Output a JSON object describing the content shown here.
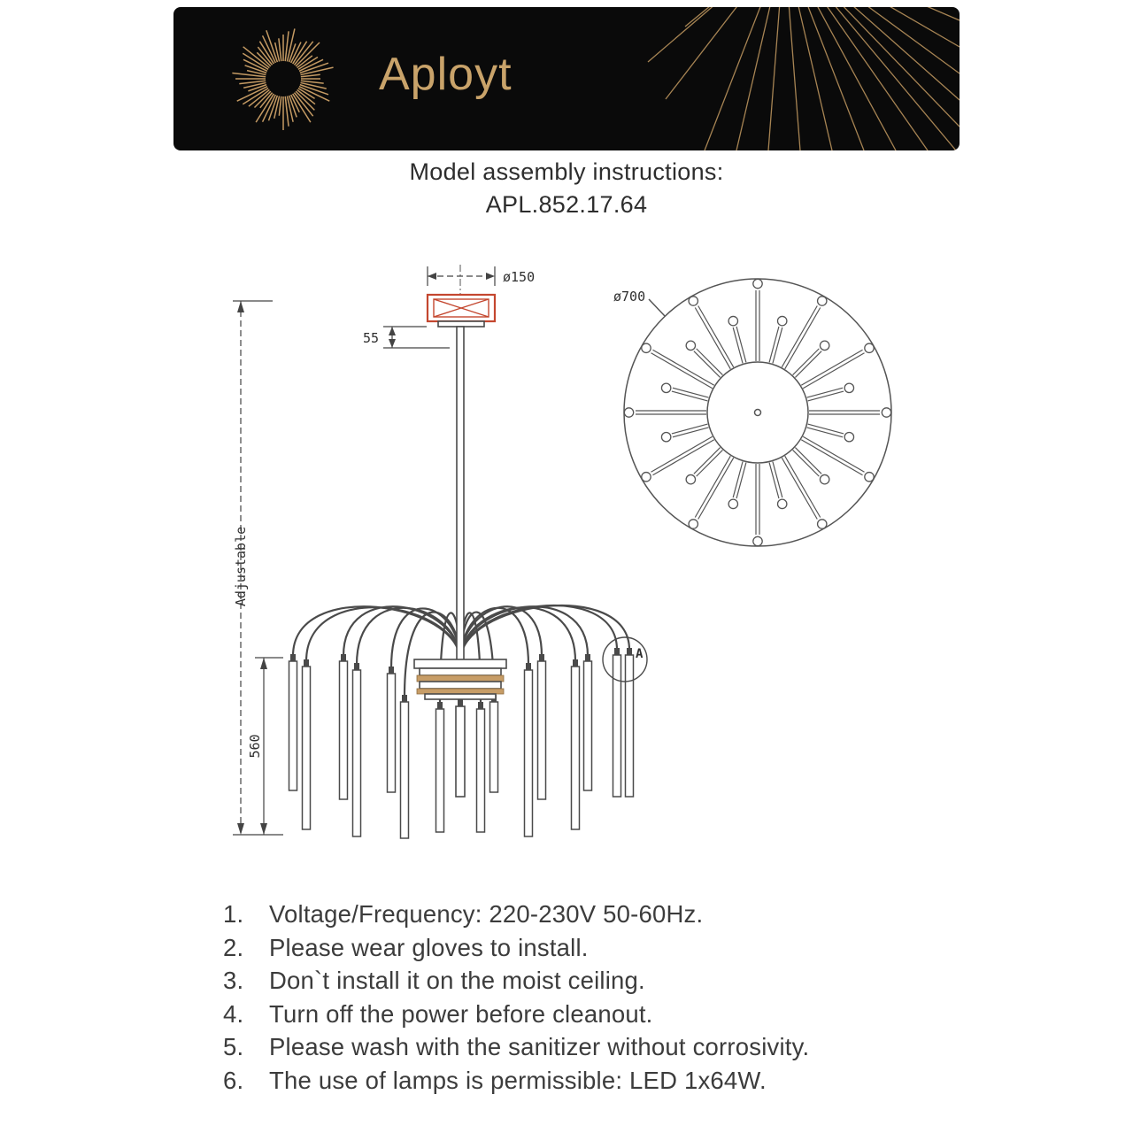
{
  "header": {
    "brand": "Aployt"
  },
  "title": {
    "line1": "Model assembly instructions:",
    "line2": "APL.852.17.64"
  },
  "colors": {
    "accent_gold": "#c9a36a",
    "header_bg": "#0a0a0a",
    "canopy_red": "#c4472f",
    "drawing_line": "#4a4a4a"
  },
  "diagram": {
    "side_view": {
      "dim_diameter": "ø150",
      "dim_canopy_height": "55",
      "dim_adjustable": "Adjustable",
      "dim_height": "560",
      "detail_label": "A"
    },
    "top_view": {
      "dim_diameter": "ø700"
    }
  },
  "instructions": [
    {
      "num": "1.",
      "text": "Voltage/Frequency: 220-230V 50-60Hz."
    },
    {
      "num": "2.",
      "text": "Please wear gloves to install."
    },
    {
      "num": "3.",
      "text": "Don`t install it on the moist ceiling."
    },
    {
      "num": "4.",
      "text": "Turn off the power before cleanout."
    },
    {
      "num": "5.",
      "text": "Please wash with the sanitizer without corrosivity."
    },
    {
      "num": "6.",
      "text": "The use of lamps is permissible: LED 1x64W."
    }
  ]
}
